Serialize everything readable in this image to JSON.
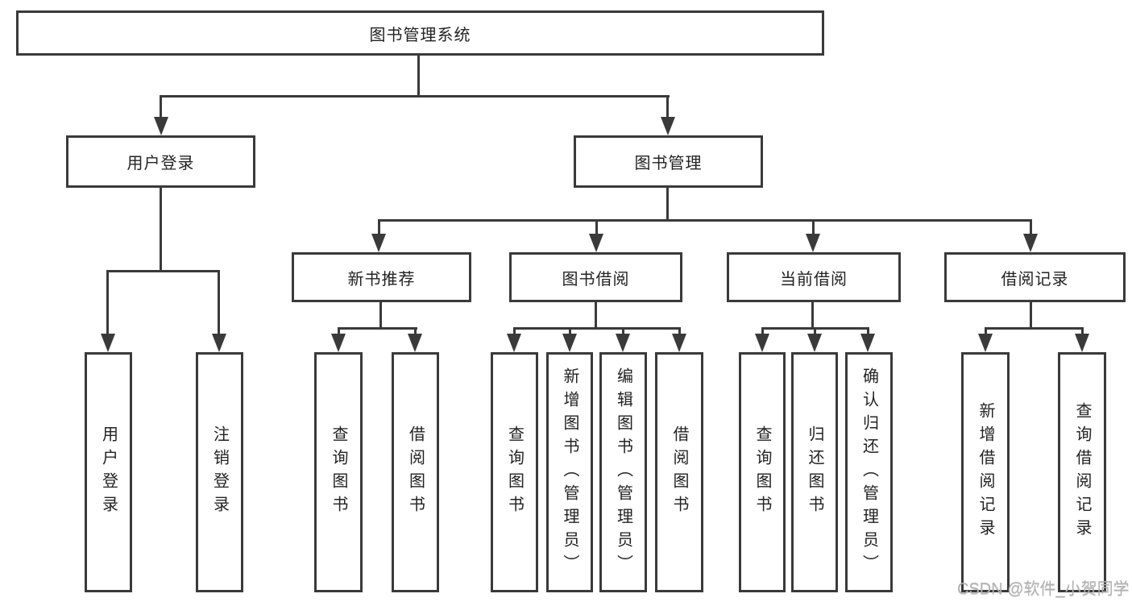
{
  "tree": {
    "root": {
      "label": "图书管理系统",
      "children": [
        {
          "label": "用户登录",
          "children": [
            {
              "label": "用户登录"
            },
            {
              "label": "注销登录"
            }
          ]
        },
        {
          "label": "图书管理",
          "children": [
            {
              "label": "新书推荐",
              "children": [
                {
                  "label": "查询图书"
                },
                {
                  "label": "借阅图书"
                }
              ]
            },
            {
              "label": "图书借阅",
              "children": [
                {
                  "label": "查询图书"
                },
                {
                  "label": "新增图书（管理员）"
                },
                {
                  "label": "编辑图书（管理员）"
                },
                {
                  "label": "借阅图书"
                }
              ]
            },
            {
              "label": "当前借阅",
              "children": [
                {
                  "label": "查询图书"
                },
                {
                  "label": "归还图书"
                },
                {
                  "label": "确认归还（管理员）"
                }
              ]
            },
            {
              "label": "借阅记录",
              "children": [
                {
                  "label": "新增借阅记录"
                },
                {
                  "label": "查询借阅记录"
                }
              ]
            }
          ]
        }
      ]
    }
  },
  "watermark": {
    "text": "CSDN @软件_小贺同学"
  },
  "colors": {
    "line": "#3a3a3a",
    "text": "#222222",
    "background": "#ffffff",
    "watermark": "#b3b3b3"
  }
}
